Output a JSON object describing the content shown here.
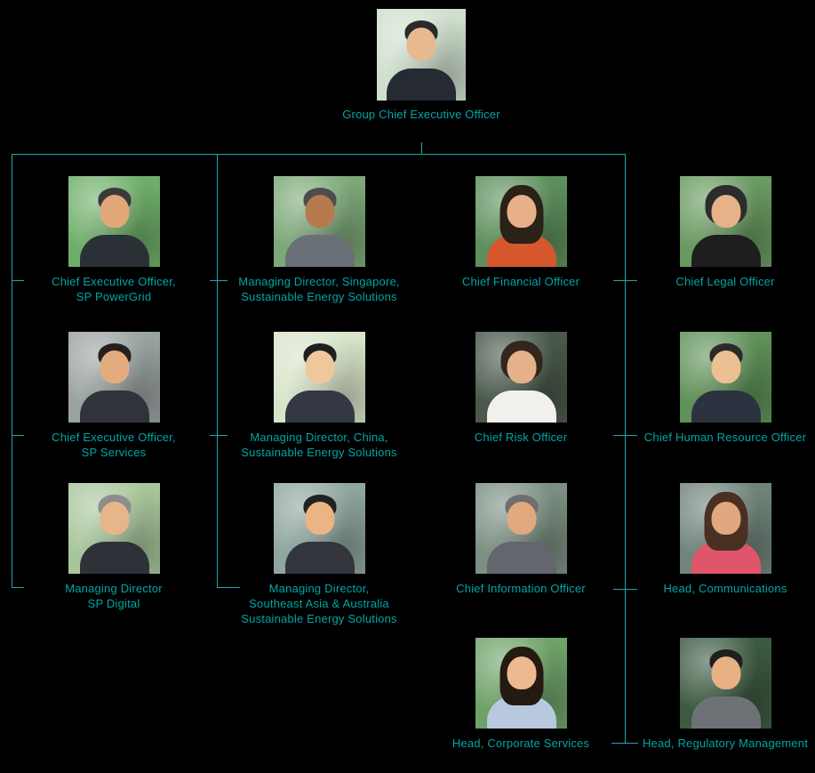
{
  "page": {
    "background": "#000000",
    "accent_text": "#00a6a6",
    "line_color": "#1ca7ae"
  },
  "root": {
    "title": "Group Chief Executive Officer",
    "photo": {
      "bg": "#cfe0cd",
      "hair": "#2a2a2a",
      "skin": "#e8b98f",
      "top": "#262a33",
      "hair_style": "short"
    }
  },
  "people": [
    {
      "title": "Chief Executive Officer,\nSP PowerGrid",
      "photo": {
        "bg": "#6fae6a",
        "hair": "#3a3a3a",
        "skin": "#e0a878",
        "top": "#2b2f36",
        "hair_style": "short"
      }
    },
    {
      "title": "Chief Executive Officer,\nSP Services",
      "photo": {
        "bg": "#9aa3a1",
        "hair": "#26211d",
        "skin": "#e3ac80",
        "top": "#30343a",
        "hair_style": "short"
      }
    },
    {
      "title": "Managing Director\nSP Digital",
      "photo": {
        "bg": "#a8c69b",
        "hair": "#8d8d8d",
        "skin": "#e7b58a",
        "top": "#2e3138",
        "hair_style": "short"
      }
    },
    {
      "title": "Managing Director, Singapore,\nSustainable Energy Solutions",
      "photo": {
        "bg": "#7da877",
        "hair": "#4d4d4d",
        "skin": "#b67a4e",
        "top": "#6a7077",
        "hair_style": "short"
      }
    },
    {
      "title": "Managing Director, China,\nSustainable Energy Solutions",
      "photo": {
        "bg": "#d7e4c9",
        "hair": "#1f1f1f",
        "skin": "#f0c79a",
        "top": "#343844",
        "hair_style": "short"
      }
    },
    {
      "title": "Managing Director,\nSoutheast Asia & Australia\nSustainable Energy Solutions",
      "photo": {
        "bg": "#8fa5a0",
        "hair": "#222222",
        "skin": "#eab583",
        "top": "#32363c",
        "hair_style": "short"
      }
    },
    {
      "title": "Chief Financial Officer",
      "photo": {
        "bg": "#5d8f5c",
        "hair": "#2b2118",
        "skin": "#e8b088",
        "top": "#d6572e",
        "hair_style": "long"
      }
    },
    {
      "title": "Chief Risk Officer",
      "photo": {
        "bg": "#49584a",
        "hair": "#33261c",
        "skin": "#e6b18a",
        "top": "#f2f0ec",
        "hair_style": "bob"
      }
    },
    {
      "title": "Chief Information Officer",
      "photo": {
        "bg": "#7b8f82",
        "hair": "#6f6f6f",
        "skin": "#e2a97e",
        "top": "#63666c",
        "hair_style": "short"
      }
    },
    {
      "title": "Head, Corporate Services",
      "photo": {
        "bg": "#6ea268",
        "hair": "#241a12",
        "skin": "#eeb98e",
        "top": "#b8c9df",
        "hair_style": "long"
      }
    },
    {
      "title": "Chief Legal Officer",
      "photo": {
        "bg": "#699a61",
        "hair": "#2c2c2c",
        "skin": "#e7b287",
        "top": "#1e1e1e",
        "hair_style": "bob"
      }
    },
    {
      "title": "Chief Human Resource Officer",
      "photo": {
        "bg": "#5f9158",
        "hair": "#2a2a2a",
        "skin": "#ecc093",
        "top": "#2c3240",
        "hair_style": "short"
      }
    },
    {
      "title": "Head, Communications",
      "photo": {
        "bg": "#70847a",
        "hair": "#4a2f23",
        "skin": "#dfa87e",
        "top": "#e0556a",
        "hair_style": "long"
      }
    },
    {
      "title": "Head, Regulatory Management",
      "photo": {
        "bg": "#3c5a41",
        "hair": "#1f1f1f",
        "skin": "#e7b184",
        "top": "#6e7276",
        "hair_style": "short"
      }
    }
  ]
}
